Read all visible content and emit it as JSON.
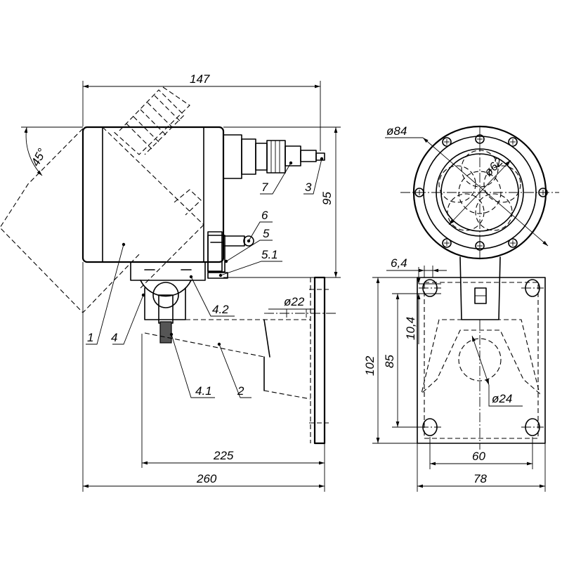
{
  "dimensions": {
    "overall_width_top": "147",
    "height_right": "95",
    "angle": "45°",
    "hole_diameter": "ø22",
    "base_length_225": "225",
    "overall_length_260": "260",
    "outer_diameter": "ø84",
    "lens_circle_diameter": "ø62",
    "slot_width": "6,4",
    "slot_height": "10,4",
    "mount_height_102": "102",
    "hole_spacing_85": "85",
    "ball_diameter": "ø24",
    "hole_spacing_60": "60",
    "plate_width_78": "78"
  },
  "labels": {
    "part_1": "1",
    "part_2": "2",
    "part_3": "3",
    "part_4": "4",
    "part_4_1": "4.1",
    "part_4_2": "4.2",
    "part_5": "5",
    "part_5_1": "5.1",
    "part_6": "6",
    "part_7": "7"
  }
}
